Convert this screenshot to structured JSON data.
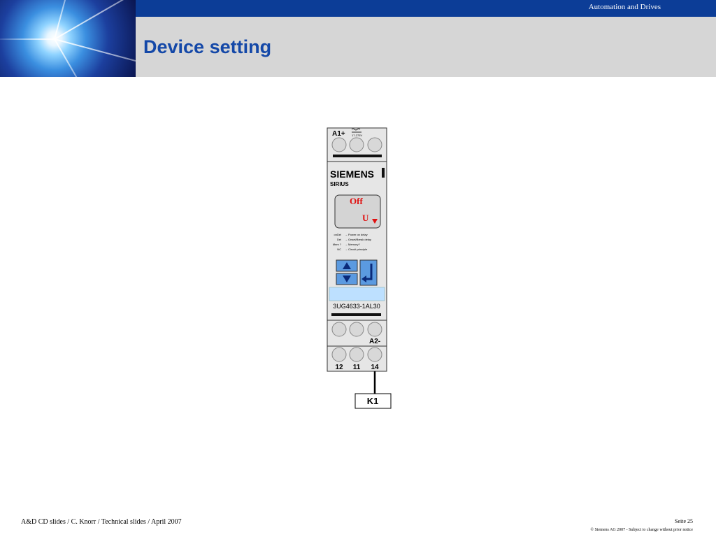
{
  "header": {
    "brand_label": "Automation and Drives",
    "title": "Device setting"
  },
  "device": {
    "top_terminal_label": "A1+",
    "voltage_label": "17-275V",
    "brand": "SIEMENS",
    "series": "SIRIUS",
    "display_mode": "Off",
    "display_symbol": "U",
    "menu": [
      {
        "key": "onDel",
        "text": "Power on delay"
      },
      {
        "key": "Del",
        "text": "Onset/Break delay"
      },
      {
        "key": "Mem ?",
        "text": "Memory?"
      },
      {
        "key": "NC",
        "text": "Circuit principle"
      }
    ],
    "order_number": "3UG4633-1AL30",
    "bottom_terminal_label": "A2-",
    "contact_labels": [
      "12",
      "11",
      "14"
    ]
  },
  "relay_label": "K1",
  "footer": {
    "left": "A&D CD slides / C. Knorr / Technical slides / April 2007",
    "page": "Seite 25",
    "copyright": "© Siemens AG 2007  -  Subject to change without prior notice"
  },
  "colors": {
    "top_bar": "#0c3d97",
    "title": "#1448a8",
    "display_text": "#e01010",
    "button_fill": "#5b9ae0",
    "label_strip": "#bde0ff"
  },
  "icons": {
    "up_button": "triangle-up-icon",
    "down_button": "triangle-down-icon",
    "enter_button": "enter-arrow-icon",
    "display_indicator": "triangle-down-icon",
    "ac_dc_symbol": "ac-dc-icon"
  }
}
